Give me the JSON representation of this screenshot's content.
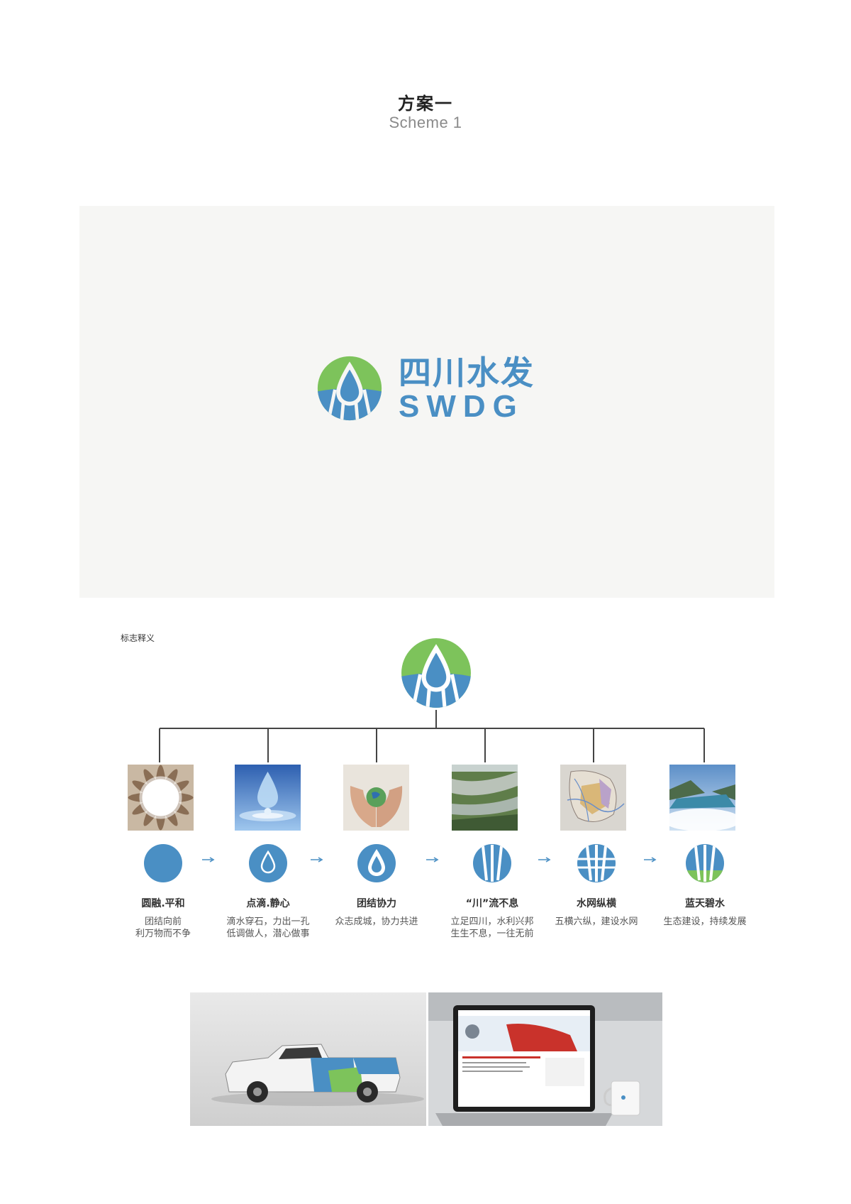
{
  "header": {
    "title": "方案一",
    "subtitle": "Scheme 1"
  },
  "brand": {
    "name_cn": "四川水发",
    "name_en": "SWDG",
    "colors": {
      "blue": "#4a8fc4",
      "green": "#7dc35b",
      "bg_panel": "#f6f6f4"
    }
  },
  "explanation": {
    "label": "标志释义",
    "steps": [
      {
        "title": "圆融.平和",
        "desc": [
          "团结向前",
          "利万物而不争"
        ],
        "photo": "sunburst-hands-photo",
        "symbol": "circle-icon"
      },
      {
        "title": "点滴.静心",
        "desc": [
          "滴水穿石，力出一孔",
          "低调做人，潜心做事"
        ],
        "photo": "water-drop-photo",
        "symbol": "drop-in-circle-icon"
      },
      {
        "title": "团结协力",
        "desc": [
          "众志成城，协力共进"
        ],
        "photo": "hands-globe-photo",
        "symbol": "cupped-drop-icon"
      },
      {
        "title": "“川”流不息",
        "desc": [
          "立足四川，水利兴邦",
          "生生不息，一往无前"
        ],
        "photo": "river-aerial-photo",
        "symbol": "chuan-icon"
      },
      {
        "title": "水网纵横",
        "desc": [
          "五横六纵，建设水网"
        ],
        "photo": "water-network-map-photo",
        "symbol": "water-grid-icon"
      },
      {
        "title": "蓝天碧水",
        "desc": [
          "生态建设，持续发展"
        ],
        "photo": "blue-sky-river-photo",
        "symbol": "blue-green-icon"
      }
    ]
  },
  "mockups": [
    {
      "name": "truck-mockup"
    },
    {
      "name": "laptop-website-mockup"
    }
  ]
}
